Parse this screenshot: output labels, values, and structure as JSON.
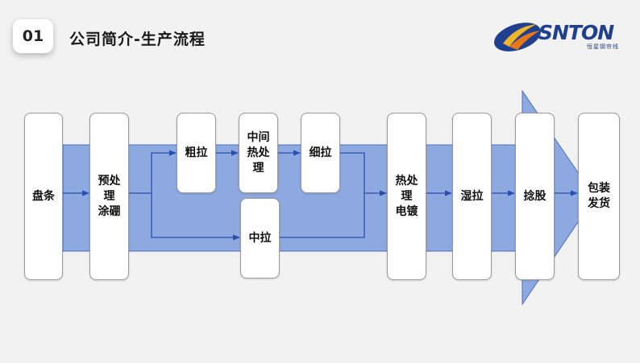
{
  "header": {
    "section_number": "01",
    "title": "公司简介-生产流程"
  },
  "logo": {
    "brand_text": "SNTON",
    "sub_text": "恒星钢帘线"
  },
  "colors": {
    "band_fill": "#8ea9e0",
    "band_stroke": "#4a6fc4",
    "arrow_line": "#2a4fb0"
  },
  "nodes": {
    "coil": "盘条",
    "pretreat": "预处\n理\n涂硼",
    "rough_draw": "粗拉",
    "mid_heat": "中间\n热处\n理",
    "fine_draw": "细拉",
    "middle_draw": "中拉",
    "heat_plate": "热处\n理\n电镀",
    "wet_draw": "湿拉",
    "stranding": "捻股",
    "pack_ship": "包装\n发货"
  }
}
